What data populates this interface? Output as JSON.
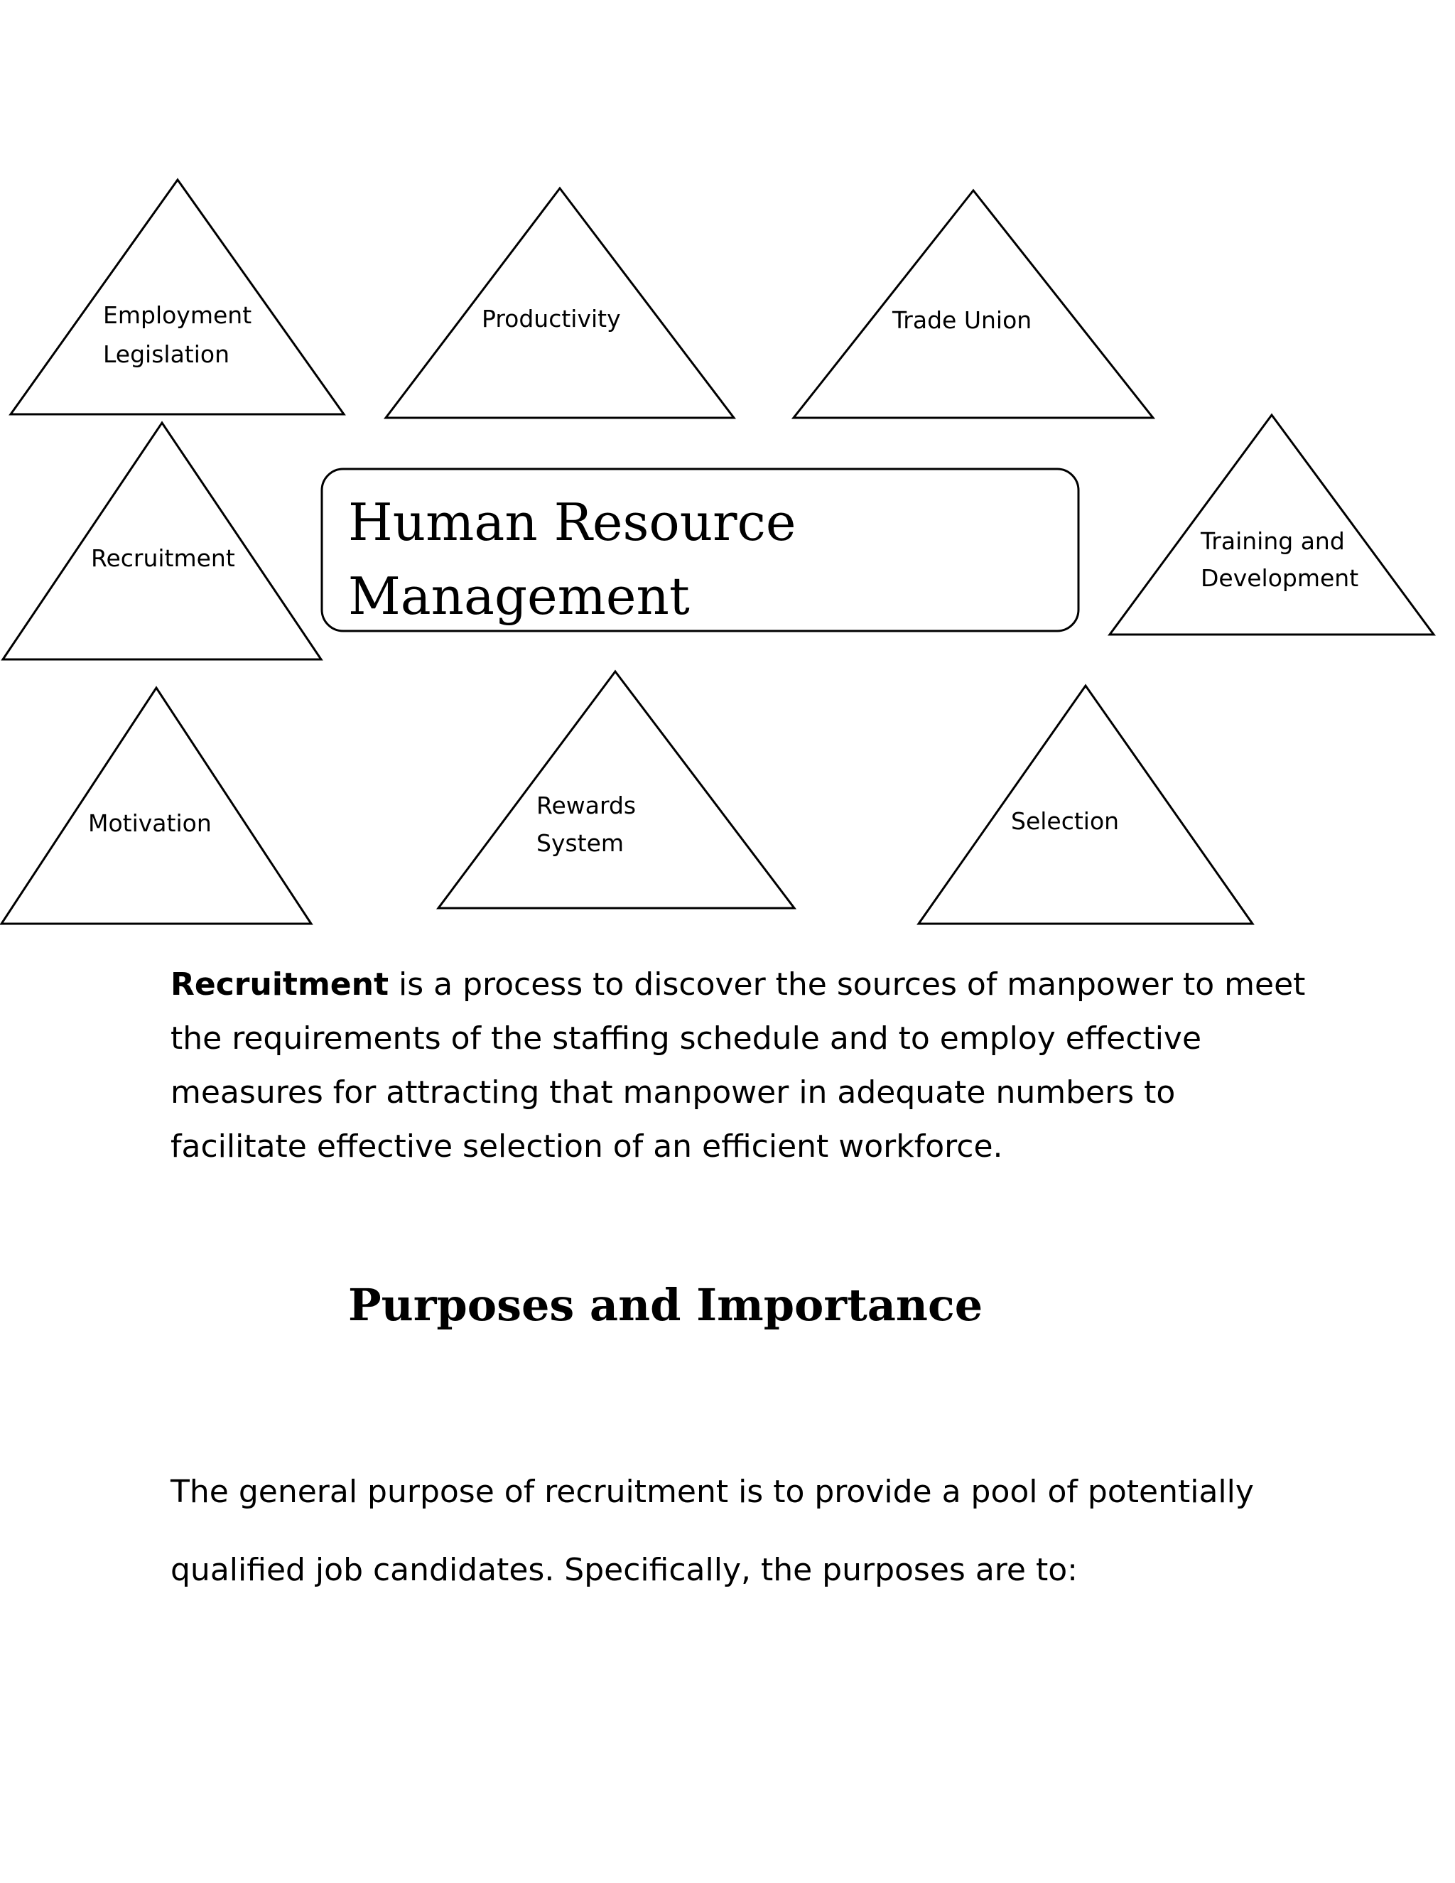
{
  "diagram": {
    "center": {
      "line1": "Human Resource",
      "line2": "Management"
    },
    "triangles": [
      {
        "id": "employment-legislation",
        "lines": [
          "Employment",
          "Legislation"
        ]
      },
      {
        "id": "productivity",
        "lines": [
          "Productivity"
        ]
      },
      {
        "id": "trade-union",
        "lines": [
          "Trade Union"
        ]
      },
      {
        "id": "recruitment",
        "lines": [
          "Recruitment"
        ]
      },
      {
        "id": "training-and-development",
        "lines": [
          "Training and",
          "Development"
        ]
      },
      {
        "id": "motivation",
        "lines": [
          "Motivation"
        ]
      },
      {
        "id": "rewards-system",
        "lines": [
          "Rewards",
          "System"
        ]
      },
      {
        "id": "selection",
        "lines": [
          "Selection"
        ]
      }
    ]
  },
  "definition": {
    "term": "Recruitment",
    "text": " is a process to discover the sources of manpower to meet the requirements of the staffing schedule and to employ effective measures for attracting that manpower in adequate numbers to facilitate effective selection of an efficient workforce."
  },
  "section": {
    "heading": "Purposes and Importance",
    "paragraph": "The general purpose of recruitment is to provide a pool of potentially qualified job candidates. Specifically, the purposes are to:"
  }
}
